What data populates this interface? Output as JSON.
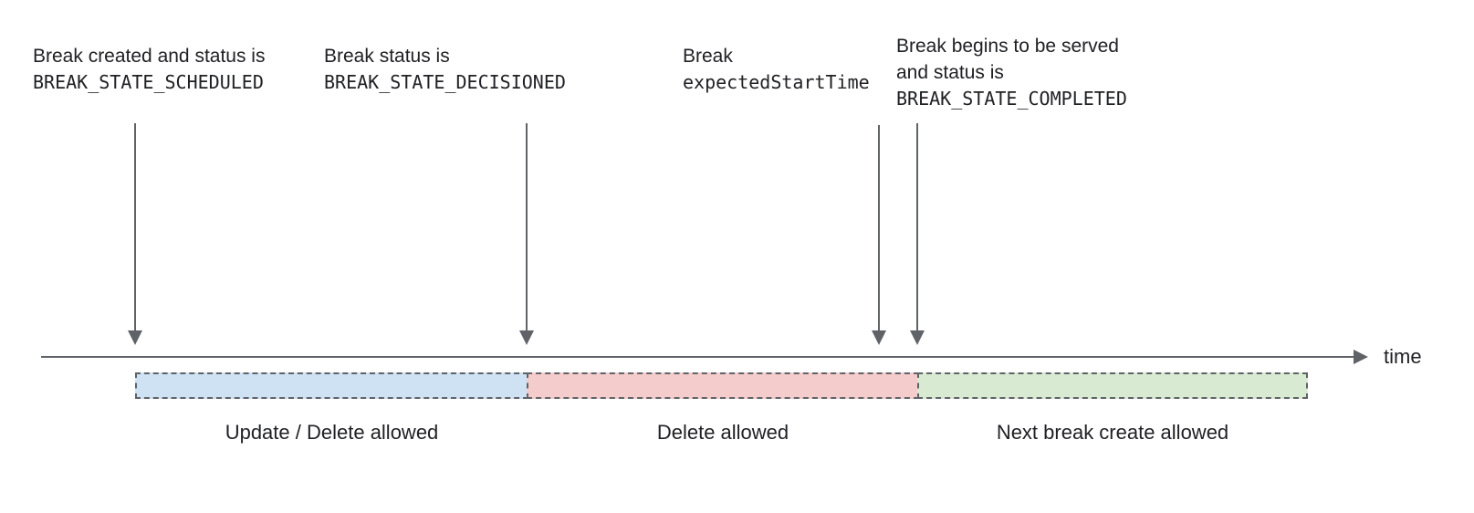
{
  "annotations": [
    {
      "id": "scheduled",
      "lines": [
        {
          "text": "Break created and status is",
          "mono": false
        },
        {
          "text": "BREAK_STATE_SCHEDULED",
          "mono": true
        }
      ]
    },
    {
      "id": "decisioned",
      "lines": [
        {
          "text": "Break status is",
          "mono": false
        },
        {
          "text": "BREAK_STATE_DECISIONED",
          "mono": true
        }
      ]
    },
    {
      "id": "expected-start-time",
      "lines": [
        {
          "text": "Break",
          "mono": false
        },
        {
          "text": "expectedStartTime",
          "mono": true
        }
      ]
    },
    {
      "id": "completed",
      "lines": [
        {
          "text": "Break begins to be served",
          "mono": false
        },
        {
          "text": "and status is",
          "mono": false
        },
        {
          "text": "BREAK_STATE_COMPLETED",
          "mono": true
        }
      ]
    }
  ],
  "timeline": {
    "axis_label": "time"
  },
  "segments": [
    {
      "label": "Update / Delete allowed",
      "fill": "#cfe2f3"
    },
    {
      "label": "Delete allowed",
      "fill": "#f4cccc"
    },
    {
      "label": "Next break create allowed",
      "fill": "#d9ead3"
    }
  ],
  "colors": {
    "text": "#202124",
    "line": "#5f6368",
    "segment_border": "#5f6368"
  }
}
